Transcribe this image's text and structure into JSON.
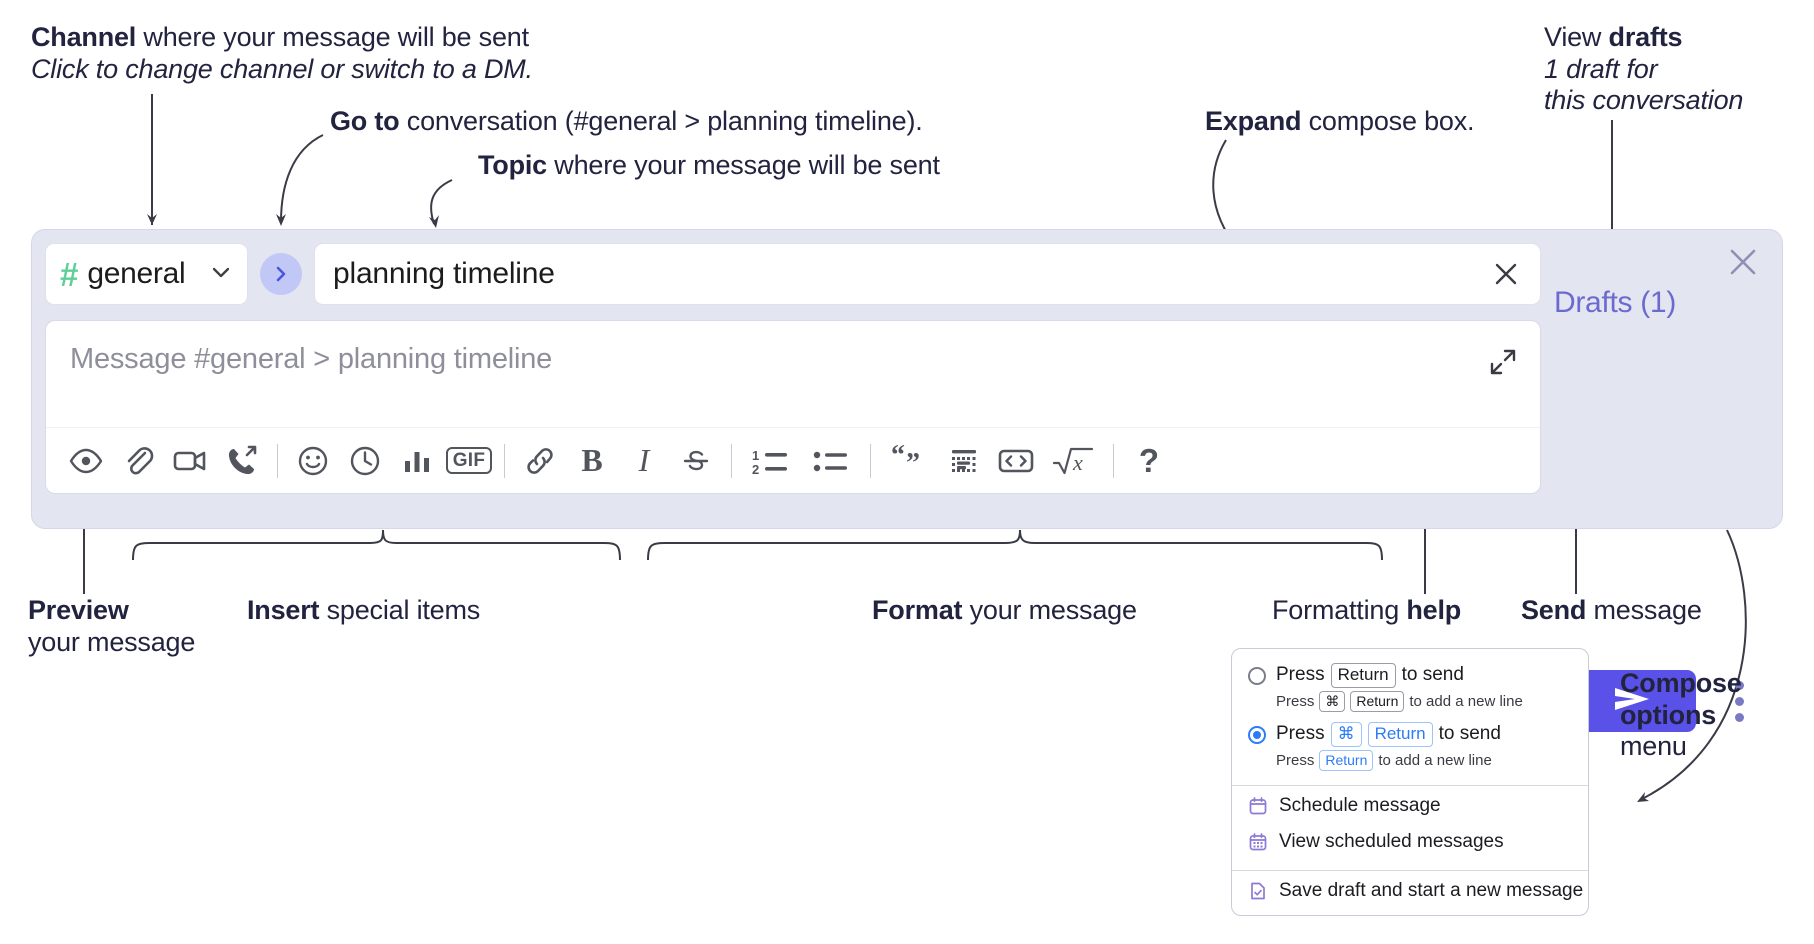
{
  "annotations": {
    "channel": {
      "bold": "Channel",
      "rest": " where your message will be sent",
      "italic": "Click to change channel or switch to a DM."
    },
    "goto": {
      "bold": "Go to",
      "rest": " conversation (#general > planning timeline)."
    },
    "topic": {
      "bold": "Topic",
      "rest": " where your message will be sent"
    },
    "expand": {
      "bold": "Expand",
      "rest": " compose box."
    },
    "drafts": {
      "normal": "View ",
      "bold": "drafts",
      "italic1": "1 draft for",
      "italic2": "this conversation"
    },
    "preview": {
      "bold": "Preview",
      "rest": "your message"
    },
    "insert": {
      "bold": "Insert",
      "rest": " special items"
    },
    "format": {
      "bold": "Format",
      "rest": " your message"
    },
    "help": {
      "normal": "Formatting ",
      "bold": "help"
    },
    "send": {
      "bold": "Send",
      "rest": " message"
    },
    "compose_options": {
      "bold1": "Compose",
      "bold2": "options",
      "rest": "menu"
    }
  },
  "compose": {
    "channel_name": "general",
    "hash_symbol": "#",
    "hash_color": "#5fcf98",
    "topic_value": "planning timeline",
    "message_placeholder": "Message #general > planning timeline",
    "drafts_label": "Drafts (1)",
    "accent_color": "#5a52e8",
    "drafts_color": "#6b6bcf",
    "toolbar": [
      {
        "name": "preview-icon",
        "label": "Preview"
      },
      {
        "name": "attachment-icon",
        "label": "Attach file"
      },
      {
        "name": "video-icon",
        "label": "Record video clip"
      },
      {
        "name": "audio-call-icon",
        "label": "Record audio clip"
      },
      {
        "name": "emoji-icon",
        "label": "Emoji"
      },
      {
        "name": "clock-icon",
        "label": "Recent"
      },
      {
        "name": "poll-icon",
        "label": "Poll"
      },
      {
        "name": "gif-icon",
        "label": "GIF"
      },
      {
        "name": "link-icon",
        "label": "Link"
      },
      {
        "name": "bold-icon",
        "label": "B"
      },
      {
        "name": "italic-icon",
        "label": "I"
      },
      {
        "name": "strikethrough-icon",
        "label": "S"
      },
      {
        "name": "ordered-list-icon",
        "label": "Ordered list"
      },
      {
        "name": "bulleted-list-icon",
        "label": "Bulleted list"
      },
      {
        "name": "blockquote-icon",
        "label": "Blockquote"
      },
      {
        "name": "code-block-icon",
        "label": "Code block"
      },
      {
        "name": "inline-code-icon",
        "label": "Code"
      },
      {
        "name": "math-icon",
        "label": "Math"
      },
      {
        "name": "help-icon",
        "label": "?"
      }
    ]
  },
  "options_menu": {
    "option1": {
      "selected": false,
      "main_prefix": "Press",
      "main_key": "Return",
      "main_suffix": "to send",
      "sub_prefix": "Press",
      "sub_key1": "⌘",
      "sub_key2": "Return",
      "sub_suffix": "to add a new line"
    },
    "option2": {
      "selected": true,
      "main_prefix": "Press",
      "main_key1": "⌘",
      "main_key2": "Return",
      "main_suffix": "to send",
      "sub_prefix": "Press",
      "sub_key": "Return",
      "sub_suffix": "to add a new line"
    },
    "items": [
      {
        "icon": "calendar-icon",
        "label": "Schedule message"
      },
      {
        "icon": "calendar-grid-icon",
        "label": "View scheduled messages"
      },
      {
        "icon": "save-draft-icon",
        "label": "Save draft and start a new message"
      }
    ]
  }
}
